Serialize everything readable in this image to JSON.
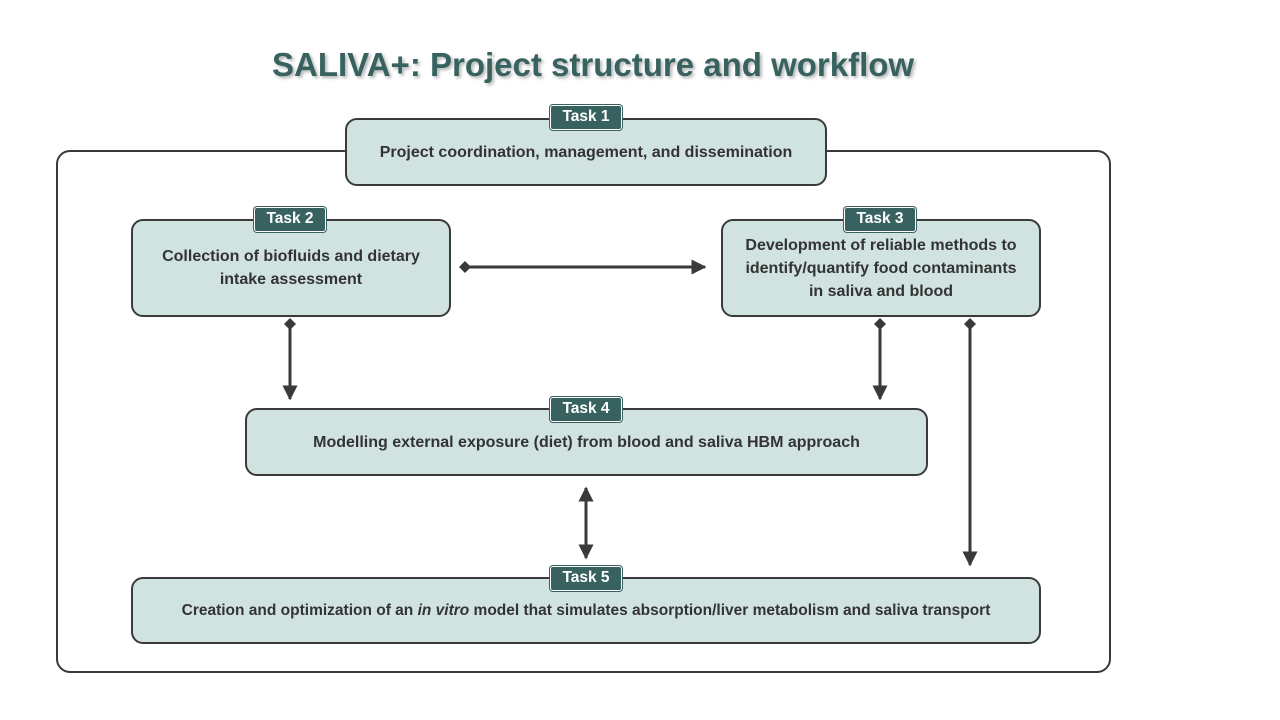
{
  "title": "SALIVA+: Project structure and workflow",
  "tasks": [
    {
      "tag": "Task 1",
      "text": "Project coordination, management, and dissemination"
    },
    {
      "tag": "Task 2",
      "line1": "Collection of biofluids and dietary",
      "line2": "intake assessment"
    },
    {
      "tag": "Task 3",
      "line1": "Development of reliable methods to",
      "line2": "identify/quantify food contaminants",
      "line3": "in saliva and blood"
    },
    {
      "tag": "Task 4",
      "text": "Modelling external exposure (diet) from blood and saliva HBM approach"
    },
    {
      "tag": "Task 5",
      "before": "Creation and optimization of an ",
      "italic": "in vitro",
      "after": " model that simulates absorption/liver metabolism and saliva transport"
    }
  ],
  "colors": {
    "box_fill": "#d0e3e1",
    "tag_fill": "#37625f",
    "title_color": "#37625f",
    "border": "#3a3a3a"
  }
}
